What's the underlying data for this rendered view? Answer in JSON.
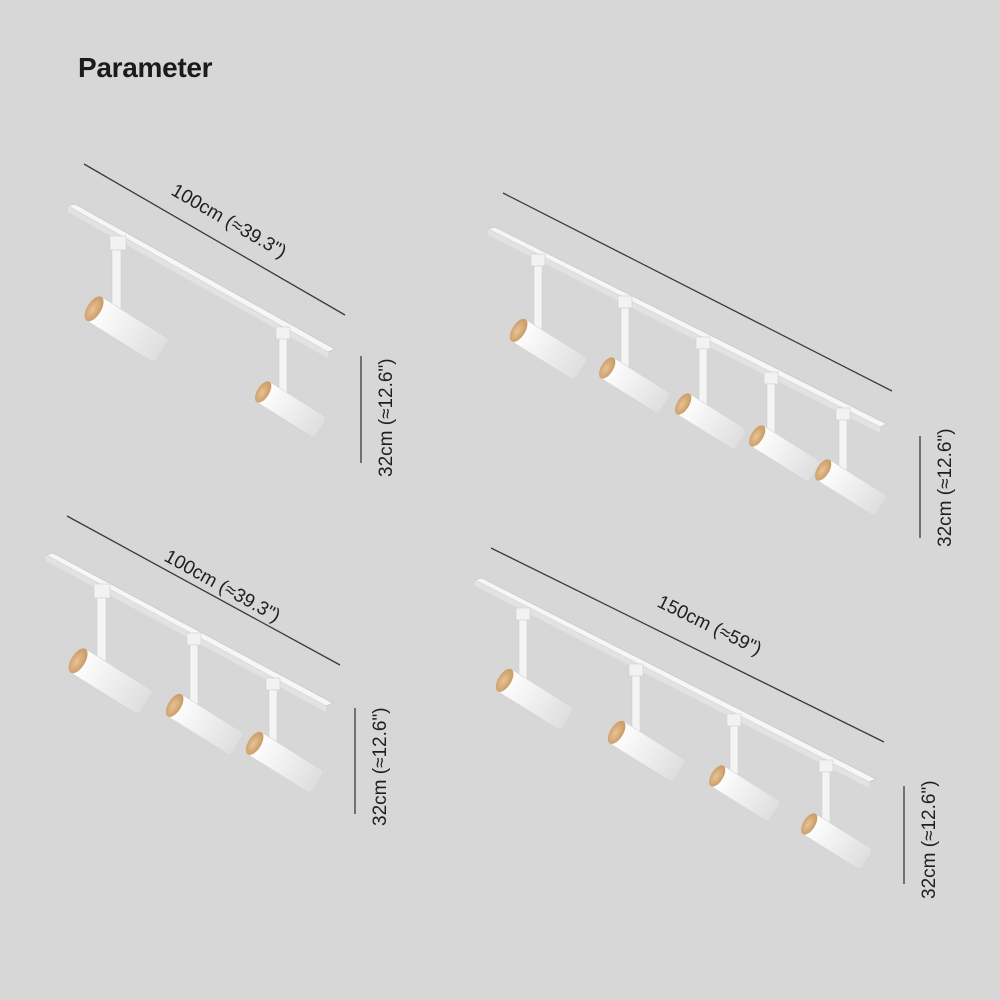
{
  "title": "Parameter",
  "colors": {
    "background": "#d7d7d7",
    "fixture_white": "#f3f3f3",
    "wood": "#d6ad7c",
    "dimension_line": "#3a3a3a"
  },
  "diagrams": [
    {
      "name": "track-set-2-heads",
      "length_label": "100cm (≈39.3\")",
      "height_label": "32cm (≈12.6\")",
      "head_count": 2
    },
    {
      "name": "track-set-5-heads",
      "length_label": "",
      "height_label": "32cm (≈12.6\")",
      "head_count": 5
    },
    {
      "name": "track-set-3-heads",
      "length_label": "100cm (≈39.3\")",
      "height_label": "32cm (≈12.6\")",
      "head_count": 3
    },
    {
      "name": "track-set-4-heads",
      "length_label": "150cm (≈59\")",
      "height_label": "32cm (≈12.6\")",
      "head_count": 4
    }
  ]
}
